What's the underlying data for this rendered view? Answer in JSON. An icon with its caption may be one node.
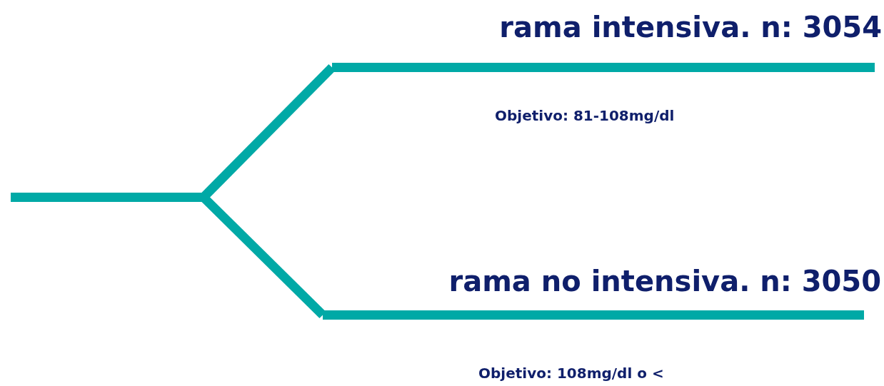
{
  "diagram": {
    "nodes": [
      {
        "text": [],
        "shape": "bar"
      },
      {
        "text": [
          "rama intensiva. n: 3054",
          "Objetivo: 81-108mg/dl"
        ]
      },
      {
        "text": [
          "rama no intensiva. n: 3050",
          "Objetivo: 108mg/dl o <"
        ]
      }
    ],
    "edges": [
      {
        "from": 0,
        "to": 1,
        "arrow": "none",
        "color": "#00a9a6"
      },
      {
        "from": 0,
        "to": 2,
        "arrow": "none",
        "color": "#00a9a6"
      }
    ]
  }
}
